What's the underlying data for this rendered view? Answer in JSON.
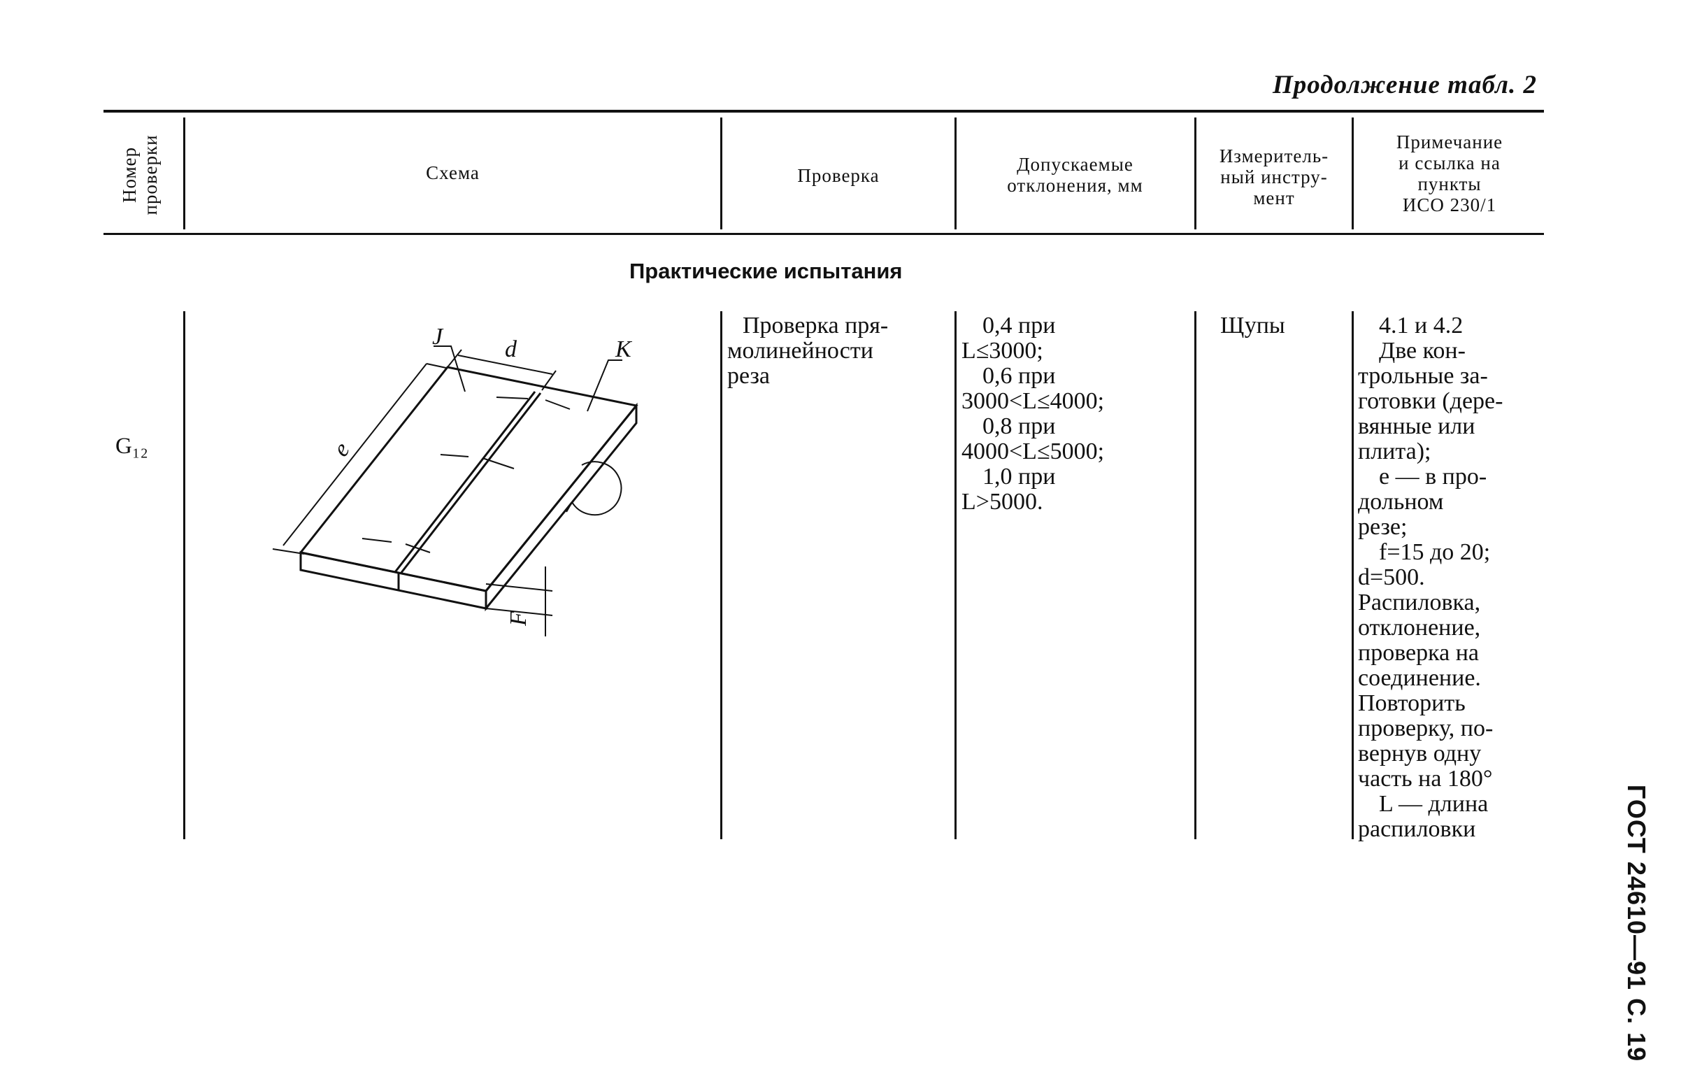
{
  "header": {
    "continuation": "Продолжение табл. 2"
  },
  "columns": {
    "number": [
      "Номер",
      "проверки"
    ],
    "scheme": "Схема",
    "check": "Проверка",
    "tolerances": [
      "Допускаемые",
      "отклонения, мм"
    ],
    "instrument": [
      "Измеритель-",
      "ный инстру-",
      "мент"
    ],
    "note": [
      "Примечание",
      "и ссылка на",
      "пункты",
      "ИСО 230/1"
    ]
  },
  "section_title": "Практические испытания",
  "row": {
    "number": "G₁₂",
    "check_lines": [
      "Проверка пря-",
      "молинейности",
      "реза"
    ],
    "tolerance_lines": [
      "0,4 при",
      "L≤3000;",
      "0,6 при",
      "3000<L≤4000;",
      "0,8 при",
      "4000<L≤5000;",
      "1,0 при",
      "L>5000."
    ],
    "instrument": "Щупы",
    "note_lines": [
      "4.1 и 4.2",
      "Две кон-",
      "трольные за-",
      "готовки (дере-",
      "вянные или",
      "плита);",
      "e — в про-",
      "дольном",
      "резе;",
      "f=15 до 20;",
      "d=500.",
      "Распиловка,",
      "отклонение,",
      "проверка на",
      "соединение.",
      "Повторить",
      "проверку, по-",
      "вернув одну",
      "часть на 180°",
      "L — длина",
      "распиловки"
    ]
  },
  "diagram_labels": {
    "j": "J",
    "d": "d",
    "k": "K",
    "e": "e",
    "f": "F"
  },
  "side_label": "ГОСТ 24610—91 С. 19"
}
